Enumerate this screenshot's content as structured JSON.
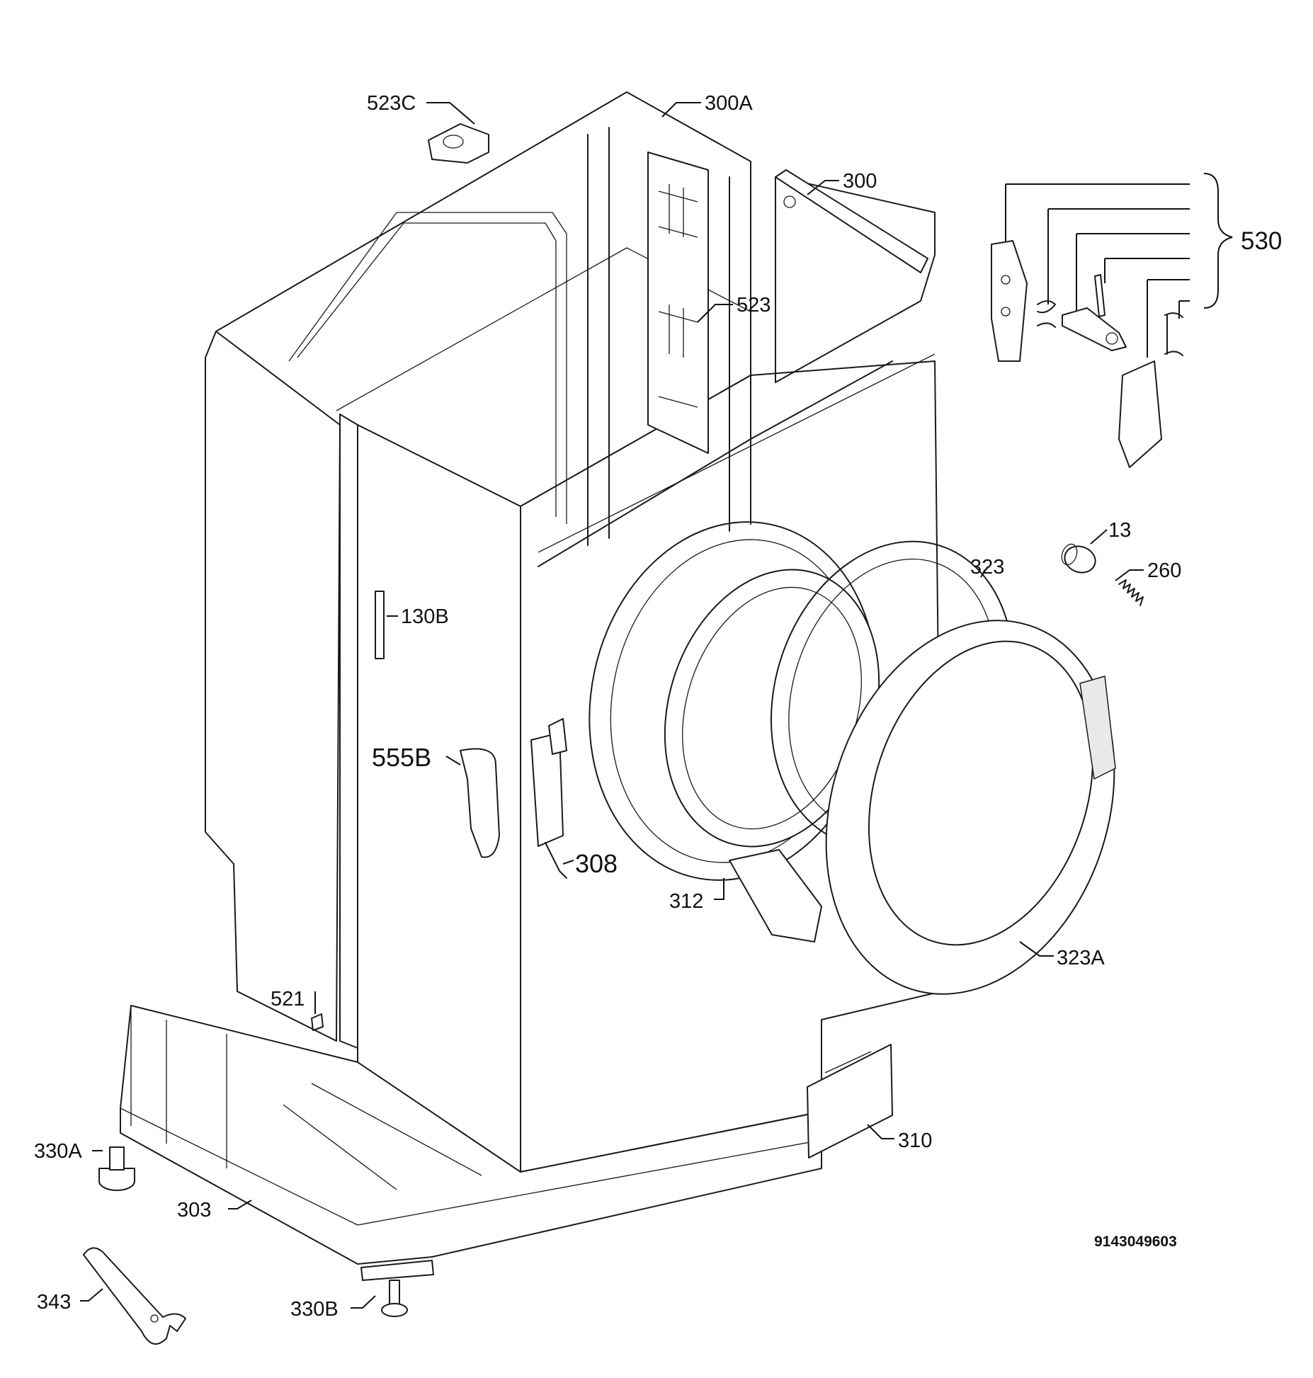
{
  "part_labels": {
    "p523C": "523C",
    "p300A": "300A",
    "p300": "300",
    "p530": "530",
    "p523": "523",
    "p13": "13",
    "p260": "260",
    "p323": "323",
    "p130B": "130B",
    "p555B": "555B",
    "p308": "308",
    "p312": "312",
    "p323A": "323A",
    "p521": "521",
    "p310": "310",
    "p330A": "330A",
    "p303": "303",
    "p343": "343",
    "p330B": "330B"
  },
  "drawing_number": "9143049603",
  "colors": {
    "line": "#1a1a1a",
    "background": "#ffffff"
  }
}
